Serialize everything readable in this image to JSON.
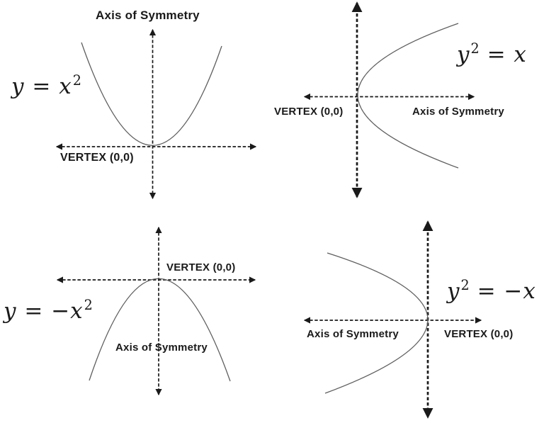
{
  "colors": {
    "background": "#ffffff",
    "text": "#1a1a1a",
    "axis": "#1a1a1a",
    "curve": "#5f5f5f"
  },
  "panels": [
    {
      "name": "top-left",
      "equation_text": "y = x²",
      "equation_parts": [
        {
          "text": "y = x"
        },
        {
          "text": "2",
          "sup": true
        }
      ],
      "axis_of_symmetry_label": "Axis of Symmetry",
      "vertex_label": "VERTEX (0,0)",
      "parabola_opens": "up"
    },
    {
      "name": "top-right",
      "equation_text": "y² = x",
      "equation_parts": [
        {
          "text": "y"
        },
        {
          "text": "2",
          "sup": true
        },
        {
          "text": " = x"
        }
      ],
      "axis_of_symmetry_label": "Axis of Symmetry",
      "vertex_label": "VERTEX (0,0)",
      "parabola_opens": "right"
    },
    {
      "name": "bottom-left",
      "equation_text": "y = −x²",
      "equation_parts": [
        {
          "text": "y = −x"
        },
        {
          "text": "2",
          "sup": true
        }
      ],
      "axis_of_symmetry_label": "Axis of Symmetry",
      "vertex_label": "VERTEX (0,0)",
      "parabola_opens": "down"
    },
    {
      "name": "bottom-right",
      "equation_text": "y² = −x",
      "equation_parts": [
        {
          "text": "y"
        },
        {
          "text": "2",
          "sup": true
        },
        {
          "text": " = −x"
        }
      ],
      "axis_of_symmetry_label": "Axis of Symmetry",
      "vertex_label": "VERTEX (0,0)",
      "parabola_opens": "left"
    }
  ]
}
